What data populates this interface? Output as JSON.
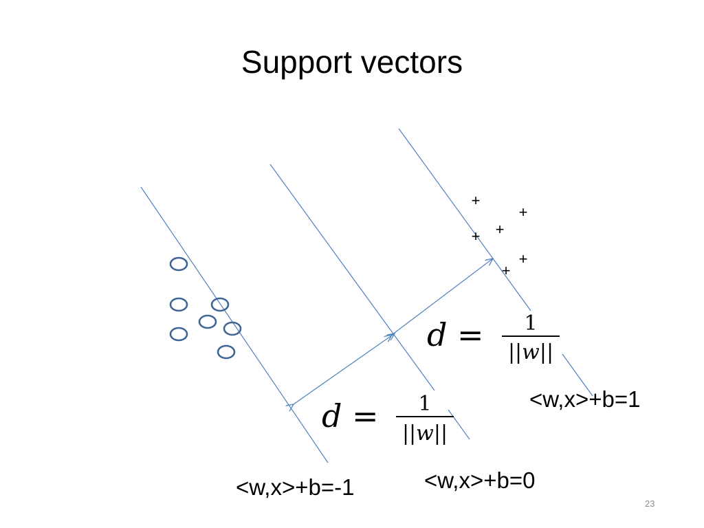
{
  "slide": {
    "title": "Support vectors",
    "page_number": "23"
  },
  "hyperplanes": {
    "negative_label": "<w,x>+b=-1",
    "decision_label": "<w,x>+b=0",
    "positive_label": "<w,x>+b=1"
  },
  "margin_formula": {
    "lhs": "d",
    "equals": "=",
    "numerator": "1",
    "denominator": "||w||"
  },
  "markers": {
    "positive_symbol": "+"
  },
  "colors": {
    "line": "#4f81bd",
    "circle": "#3f6496",
    "text": "#000000"
  }
}
